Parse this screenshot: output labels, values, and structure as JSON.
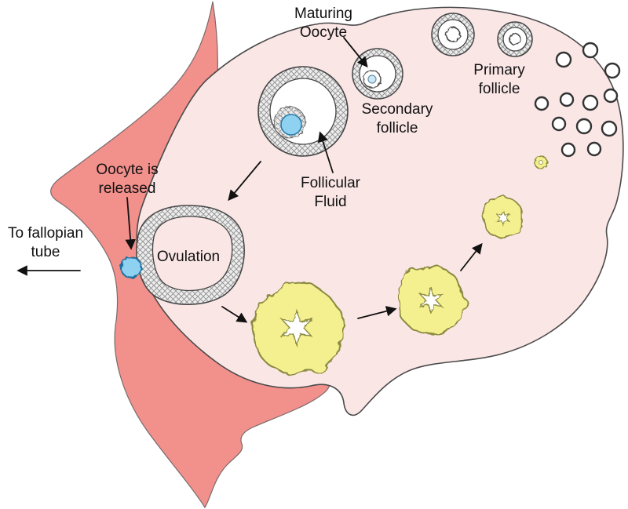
{
  "figure": {
    "type": "biology-diagram",
    "subject": "Ovarian cycle: follicle development, ovulation and corpus luteum formation"
  },
  "labels": {
    "maturing_oocyte": "Maturing\nOocyte",
    "secondary_follicle": "Secondary\nfollicle",
    "primary_follicle": "Primary\nfollicle",
    "follicular_fluid": "Follicular\nFluid",
    "oocyte_released": "Oocyte is\nreleased",
    "to_fallopian_tube": "To fallopian\ntube",
    "ovulation": "Ovulation"
  },
  "colors": {
    "fallopian": "#F2908C",
    "ovary": "#FBE6E6",
    "oocyte_blue": "#8ED1F0",
    "oocyte_light": "#CDE9F6",
    "corpus_luteum": "#F5F08F",
    "white": "#FFFFFF"
  }
}
